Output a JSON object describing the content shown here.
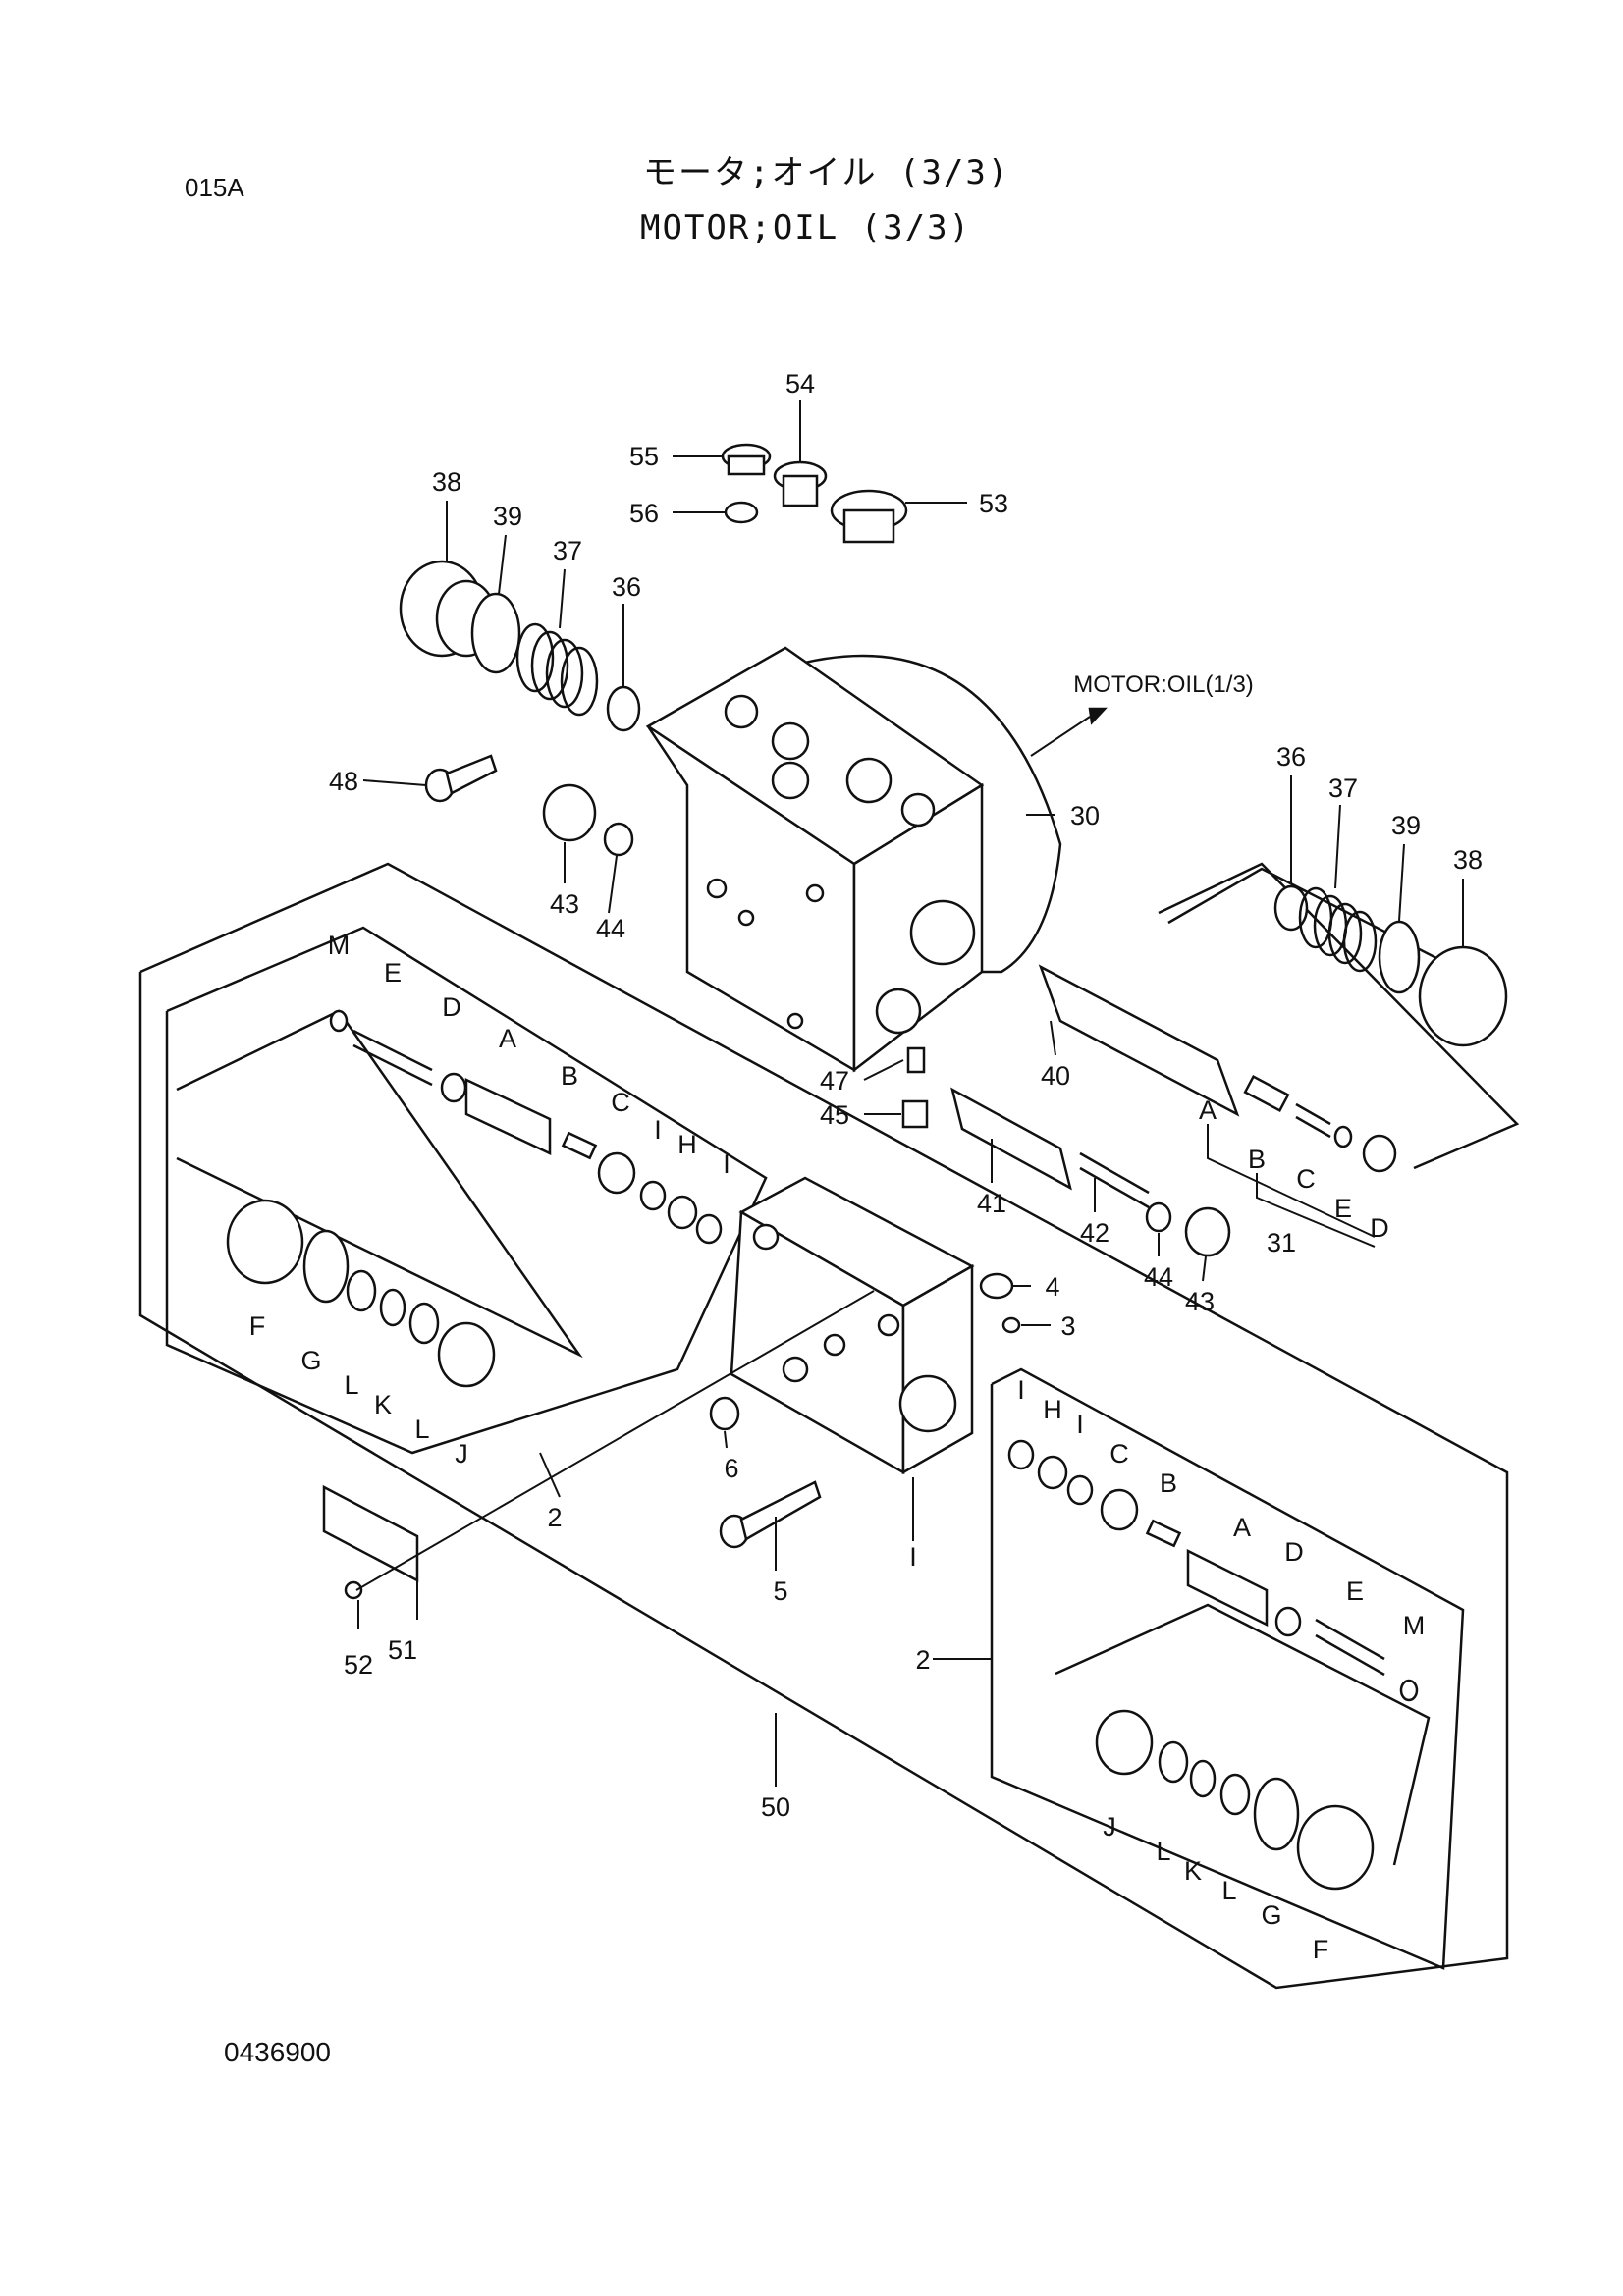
{
  "header": {
    "page_code": "015A",
    "title_ja": "モータ;オイル (3/3)",
    "title_en": "MOTOR;OIL (3/3)"
  },
  "footer": {
    "reference_no": "0436900"
  },
  "cross_reference": "MOTOR:OIL(1/3)",
  "callouts": {
    "c54": "54",
    "c55": "55",
    "c56": "56",
    "c53": "53",
    "c38": "38",
    "c39": "39",
    "c37": "37",
    "c36": "36",
    "c48": "48",
    "c43": "43",
    "c44": "44",
    "c30": "30",
    "c36b": "36",
    "c37b": "37",
    "c39b": "39",
    "c38b": "38",
    "c47": "47",
    "c45": "45",
    "c40": "40",
    "c41": "41",
    "c42": "42",
    "c44b": "44",
    "c43b": "43",
    "c31A": "A",
    "c31B": "B",
    "c31C": "C",
    "c31E": "E",
    "c31D": "D",
    "c31": "31",
    "c4": "4",
    "c3": "3",
    "c6": "6",
    "c5": "5",
    "c1": "I",
    "c2a": "2",
    "c2b": "2",
    "c50": "50",
    "c51": "51",
    "c52": "52",
    "lM": "M",
    "lE": "E",
    "lD": "D",
    "lA": "A",
    "lB": "B",
    "lC": "C",
    "lI1": "I",
    "lH": "H",
    "lI2": "I",
    "lF": "F",
    "lG": "G",
    "lL1": "L",
    "lK": "K",
    "lL2": "L",
    "lJ": "J",
    "rI1": "I",
    "rH": "H",
    "rI2": "I",
    "rC": "C",
    "rB": "B",
    "rA": "A",
    "rD": "D",
    "rE": "E",
    "rM": "M",
    "rJ": "J",
    "rL1": "L",
    "rK": "K",
    "rL2": "L",
    "rG": "G",
    "rF": "F"
  }
}
